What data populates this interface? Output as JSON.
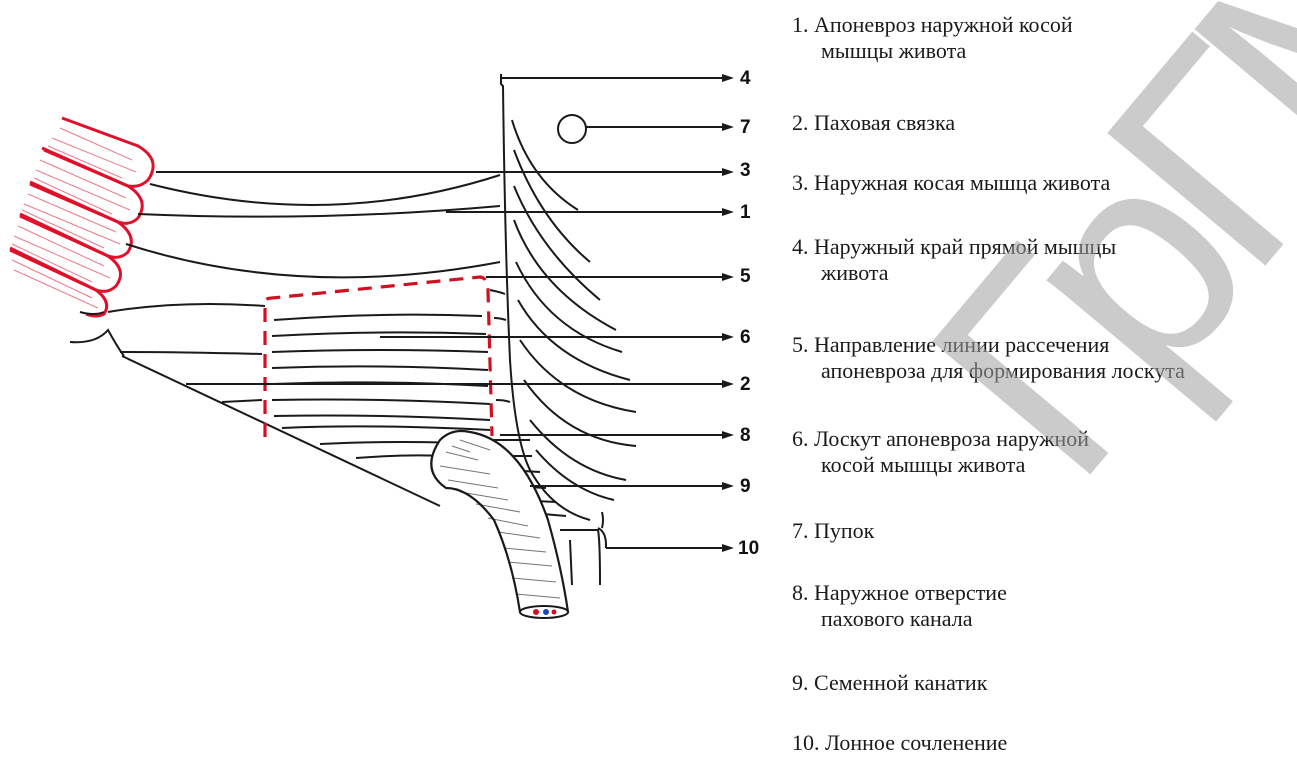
{
  "callouts": [
    "4",
    "7",
    "3",
    "1",
    "5",
    "6",
    "2",
    "8",
    "9",
    "10"
  ],
  "legend": [
    {
      "num": "1.",
      "line1": "Апоневроз наружной косой",
      "line2": "мышцы живота"
    },
    {
      "num": "2.",
      "line1": "Паховая связка",
      "line2": ""
    },
    {
      "num": "3.",
      "line1": "Наружная косая мышца живота",
      "line2": ""
    },
    {
      "num": "4.",
      "line1": "Наружный край прямой мышцы",
      "line2": "живота"
    },
    {
      "num": "5.",
      "line1": "Направление линии рассечения",
      "line2": "апоневроза для формирования лоскута"
    },
    {
      "num": "6.",
      "line1": "Лоскут апоневроза наружной",
      "line2": "косой мышцы живота"
    },
    {
      "num": "7.",
      "line1": "Пупок",
      "line2": ""
    },
    {
      "num": "8.",
      "line1": "Наружное отверстие",
      "line2": "пахового канала"
    },
    {
      "num": "9.",
      "line1": "Семенной канатик",
      "line2": ""
    },
    {
      "num": "10.",
      "line1": "Лонное сочленение",
      "line2": ""
    }
  ],
  "watermark": "ГрГМУ",
  "colors": {
    "muscle": "#e0102a",
    "ink": "#1a1a1a",
    "dashed": "#d01020",
    "watermark": "#a0a0a0"
  }
}
